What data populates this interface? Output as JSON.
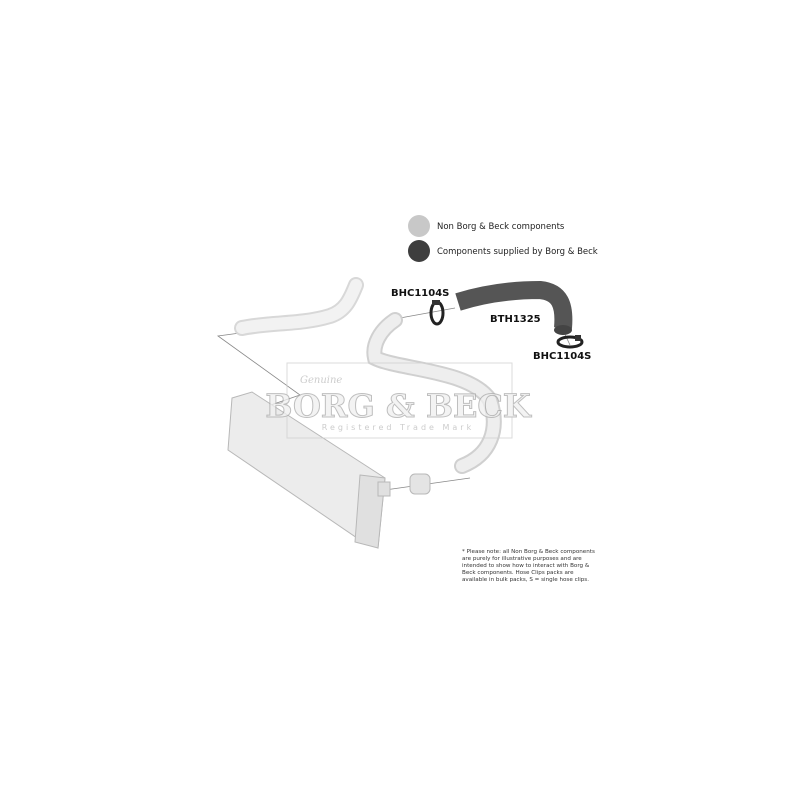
{
  "legend": {
    "items": [
      {
        "label": "Non Borg & Beck components",
        "color": "#c8c8c8"
      },
      {
        "label": "Components supplied by Borg & Beck",
        "color": "#3e3e3e"
      }
    ]
  },
  "parts": {
    "clamp_top_label": "BHC1104S",
    "hose_label": "BTH1325",
    "clamp_bottom_label": "BHC1104S"
  },
  "watermark": {
    "script": "Genuine",
    "brand": "BORG & BECK",
    "tagline": "Registered Trade Mark"
  },
  "note": "* Please note: all Non Borg & Beck components are purely for illustrative purposes and are intended to show how to interact with Borg & Beck components. Hose Clips packs are available in bulk packs, S = single hose clips.",
  "colors": {
    "non_component": "#e6e6e6",
    "component": "#555555",
    "outline": "#9a9a9a"
  }
}
